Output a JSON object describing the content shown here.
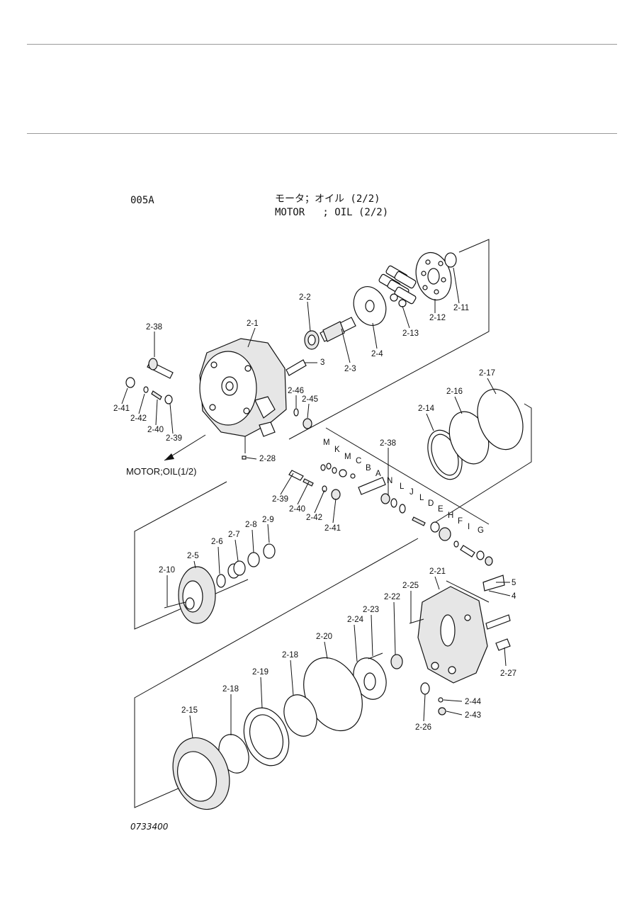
{
  "header": {
    "code": "005A",
    "title_jp": "モータ；オイル (2/2)",
    "title_en": "MOTOR   ; OIL (2/2)"
  },
  "footer": {
    "drawing_no": "0733400"
  },
  "reference": {
    "label": "MOTOR;OIL(1/2)"
  },
  "labels": [
    "2-1",
    "2-2",
    "2-3",
    "2-4",
    "2-11",
    "2-12",
    "2-13",
    "2-38",
    "3",
    "2-41",
    "2-42",
    "2-40",
    "2-39",
    "2-46",
    "2-45",
    "2-28",
    "M",
    "K",
    "M",
    "C",
    "B",
    "A",
    "N",
    "L",
    "J",
    "L",
    "D",
    "E",
    "H",
    "F",
    "I",
    "G",
    "2-38",
    "2-17",
    "2-16",
    "2-14",
    "2-39",
    "2-40",
    "2-42",
    "2-41",
    "2-9",
    "2-8",
    "2-7",
    "2-6",
    "2-5",
    "2-10",
    "2-21",
    "2-25",
    "2-22",
    "2-23",
    "2-24",
    "5",
    "4",
    "2-27",
    "2-20",
    "2-18",
    "2-19",
    "2-18",
    "2-15",
    "2-44",
    "2-43",
    "2-26"
  ]
}
